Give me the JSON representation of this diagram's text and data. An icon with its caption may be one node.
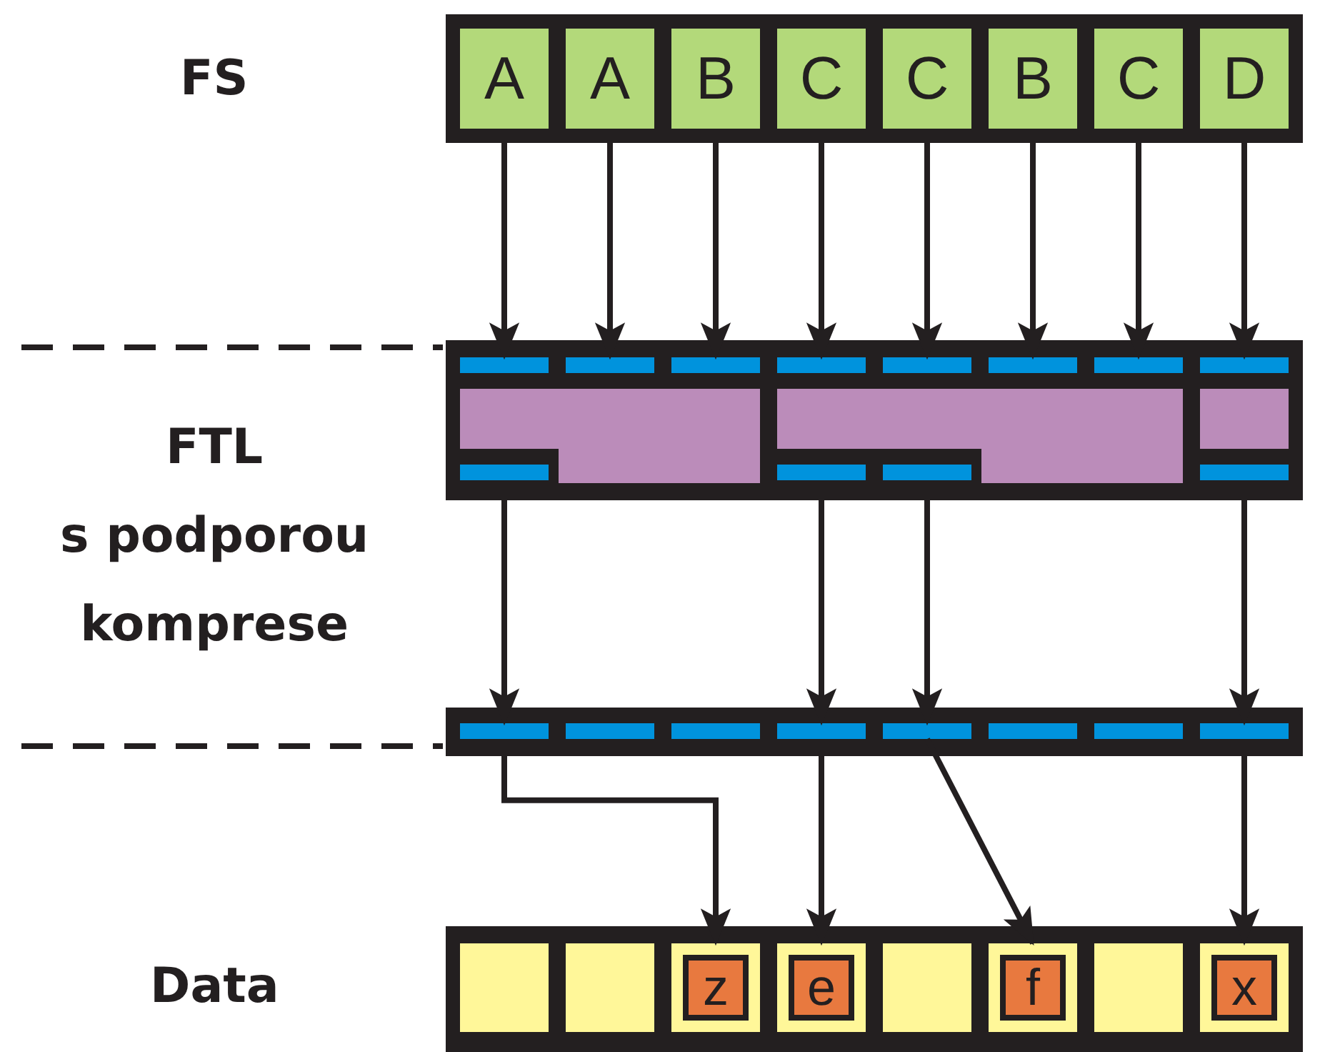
{
  "diagram": {
    "nodes": [
      {
        "text": [
          "A"
        ]
      },
      {
        "text": [
          "A"
        ]
      },
      {
        "text": [
          "B"
        ]
      },
      {
        "text": [
          "C"
        ]
      },
      {
        "text": [
          "C"
        ]
      },
      {
        "text": [
          "B"
        ]
      },
      {
        "text": [
          "C"
        ]
      },
      {
        "text": [
          "D"
        ]
      },
      {
        "text": [],
        "shape": "bar"
      },
      {
        "text": [],
        "shape": "bar"
      },
      {
        "text": [],
        "shape": "bar"
      },
      {
        "text": [],
        "shape": "bar"
      },
      {
        "text": [],
        "shape": "bar"
      },
      {
        "text": [],
        "shape": "bar"
      },
      {
        "text": [],
        "shape": "bar"
      },
      {
        "text": [],
        "shape": "bar"
      },
      {
        "text": [],
        "shape": "bar"
      },
      {
        "text": [],
        "shape": "bar"
      },
      {
        "text": [],
        "shape": "bar"
      },
      {
        "text": [],
        "shape": "bar"
      },
      {
        "text": [],
        "shape": "bar"
      },
      {
        "text": [],
        "shape": "bar"
      },
      {
        "text": [],
        "shape": "bar"
      },
      {
        "text": [],
        "shape": "bar"
      },
      {
        "text": [],
        "shape": "bar"
      },
      {
        "text": [],
        "shape": "bar"
      },
      {
        "text": [],
        "shape": "bar"
      },
      {
        "text": [],
        "shape": "bar"
      },
      {
        "text": [],
        "shape": "box"
      },
      {
        "text": [],
        "shape": "box"
      },
      {
        "text": [],
        "shape": "box"
      },
      {
        "text": [
          "z"
        ],
        "in": 30
      },
      {
        "text": [],
        "shape": "box"
      },
      {
        "text": [
          "e"
        ],
        "in": 32
      },
      {
        "text": [],
        "shape": "box"
      },
      {
        "text": [],
        "shape": "box"
      },
      {
        "text": [
          "f"
        ],
        "in": 35
      },
      {
        "text": [],
        "shape": "box"
      },
      {
        "text": [],
        "shape": "box"
      },
      {
        "text": [
          "x"
        ],
        "in": 38
      }
    ],
    "edges": [
      {
        "from": 0,
        "to": 8,
        "arrow": "to"
      },
      {
        "from": 1,
        "to": 9,
        "arrow": "to"
      },
      {
        "from": 2,
        "to": 10,
        "arrow": "to"
      },
      {
        "from": 3,
        "to": 11,
        "arrow": "to"
      },
      {
        "from": 4,
        "to": 12,
        "arrow": "to"
      },
      {
        "from": 5,
        "to": 13,
        "arrow": "to"
      },
      {
        "from": 6,
        "to": 14,
        "arrow": "to"
      },
      {
        "from": 7,
        "to": 15,
        "arrow": "to"
      },
      {
        "from": 16,
        "to": 20,
        "arrow": "to"
      },
      {
        "from": 17,
        "to": 23,
        "arrow": "to"
      },
      {
        "from": 18,
        "to": 24,
        "arrow": "to"
      },
      {
        "from": 19,
        "to": 27,
        "arrow": "to"
      },
      {
        "from": 20,
        "to": 30,
        "arrow": "to"
      },
      {
        "from": 23,
        "to": 32,
        "arrow": "to"
      },
      {
        "from": 24,
        "to": 35,
        "arrow": "to"
      },
      {
        "from": 27,
        "to": 38,
        "arrow": "to"
      }
    ],
    "labels": [
      "FS",
      "FTL s podporou komprese",
      "Data"
    ]
  }
}
